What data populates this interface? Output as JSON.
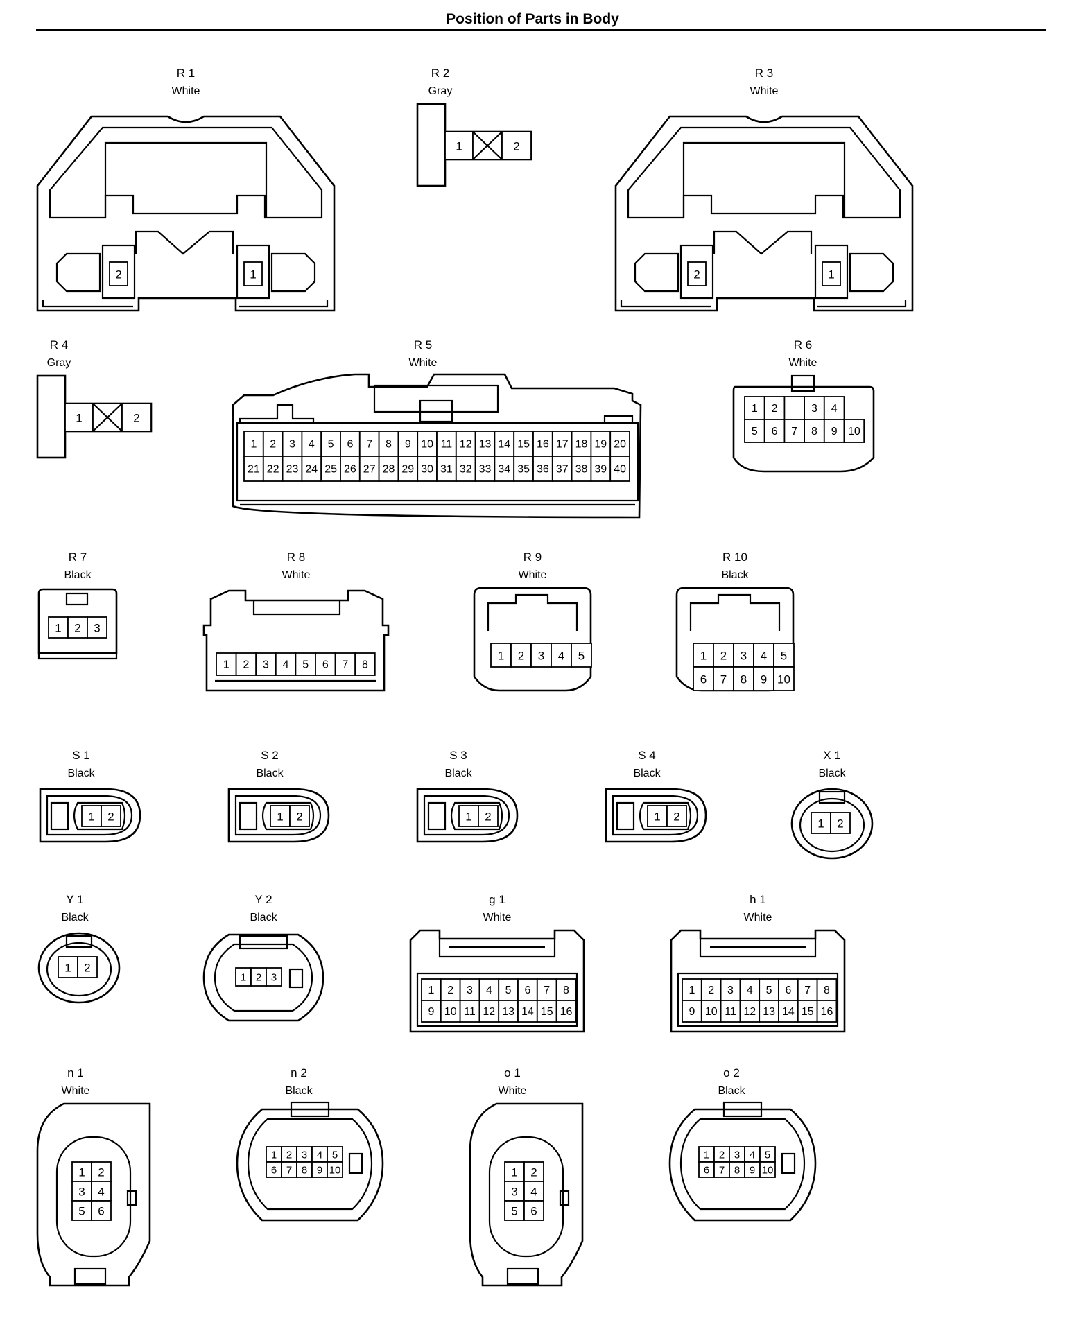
{
  "title": "Position of Parts in Body",
  "connectors": [
    {
      "id": "r1",
      "label": "R 1",
      "color": "White",
      "shape": "clipbig",
      "pins": [
        [
          "2",
          "1"
        ]
      ]
    },
    {
      "id": "r2",
      "label": "R 2",
      "color": "Gray",
      "shape": "tee",
      "pins": [
        [
          "1",
          "2"
        ]
      ]
    },
    {
      "id": "r3",
      "label": "R 3",
      "color": "White",
      "shape": "clipbig",
      "pins": [
        [
          "2",
          "1"
        ]
      ]
    },
    {
      "id": "r4",
      "label": "R 4",
      "color": "Gray",
      "shape": "tee",
      "pins": [
        [
          "1",
          "2"
        ]
      ]
    },
    {
      "id": "r5",
      "label": "R 5",
      "color": "White",
      "shape": "ecu",
      "pins": [
        [
          "1",
          "2",
          "3",
          "4",
          "5",
          "6",
          "7",
          "8",
          "9",
          "10",
          "11",
          "12",
          "13",
          "14",
          "15",
          "16",
          "17",
          "18",
          "19",
          "20"
        ],
        [
          "21",
          "22",
          "23",
          "24",
          "25",
          "26",
          "27",
          "28",
          "29",
          "30",
          "31",
          "32",
          "33",
          "34",
          "35",
          "36",
          "37",
          "38",
          "39",
          "40"
        ]
      ]
    },
    {
      "id": "r6",
      "label": "R 6",
      "color": "White",
      "shape": "split",
      "pins": [
        [
          "1",
          "2",
          "",
          "3",
          "4"
        ],
        [
          "5",
          "6",
          "7",
          "8",
          "9",
          "10"
        ]
      ]
    },
    {
      "id": "r7",
      "label": "R 7",
      "color": "Black",
      "shape": "small",
      "pins": [
        [
          "1",
          "2",
          "3"
        ]
      ]
    },
    {
      "id": "r8",
      "label": "R 8",
      "color": "White",
      "shape": "wide",
      "pins": [
        [
          "1",
          "2",
          "3",
          "4",
          "5",
          "6",
          "7",
          "8"
        ]
      ]
    },
    {
      "id": "r9",
      "label": "R 9",
      "color": "White",
      "shape": "box",
      "pins": [
        [
          "1",
          "2",
          "3",
          "4",
          "5"
        ]
      ]
    },
    {
      "id": "r10",
      "label": "R 10",
      "color": "Black",
      "shape": "box",
      "pins": [
        [
          "1",
          "2",
          "3",
          "4",
          "5"
        ],
        [
          "6",
          "7",
          "8",
          "9",
          "10"
        ]
      ]
    },
    {
      "id": "s1",
      "label": "S 1",
      "color": "Black",
      "shape": "oval2",
      "pins": [
        [
          "1",
          "2"
        ]
      ]
    },
    {
      "id": "s2",
      "label": "S 2",
      "color": "Black",
      "shape": "oval2",
      "pins": [
        [
          "1",
          "2"
        ]
      ]
    },
    {
      "id": "s3",
      "label": "S 3",
      "color": "Black",
      "shape": "oval2",
      "pins": [
        [
          "1",
          "2"
        ]
      ]
    },
    {
      "id": "s4",
      "label": "S 4",
      "color": "Black",
      "shape": "oval2",
      "pins": [
        [
          "1",
          "2"
        ]
      ]
    },
    {
      "id": "x1",
      "label": "X 1",
      "color": "Black",
      "shape": "round",
      "pins": [
        [
          "1",
          "2"
        ]
      ]
    },
    {
      "id": "y1",
      "label": "Y 1",
      "color": "Black",
      "shape": "round",
      "pins": [
        [
          "1",
          "2"
        ]
      ]
    },
    {
      "id": "y2",
      "label": "Y 2",
      "color": "Black",
      "shape": "round3",
      "pins": [
        [
          "1",
          "2",
          "3"
        ]
      ]
    },
    {
      "id": "g1",
      "label": "g 1",
      "color": "White",
      "shape": "wide16",
      "pins": [
        [
          "1",
          "2",
          "3",
          "4",
          "5",
          "6",
          "7",
          "8"
        ],
        [
          "9",
          "10",
          "11",
          "12",
          "13",
          "14",
          "15",
          "16"
        ]
      ]
    },
    {
      "id": "h1",
      "label": "h 1",
      "color": "White",
      "shape": "wide16",
      "pins": [
        [
          "1",
          "2",
          "3",
          "4",
          "5",
          "6",
          "7",
          "8"
        ],
        [
          "9",
          "10",
          "11",
          "12",
          "13",
          "14",
          "15",
          "16"
        ]
      ]
    },
    {
      "id": "n1",
      "label": "n 1",
      "color": "White",
      "shape": "tall",
      "pins": [
        [
          "1",
          "2"
        ],
        [
          "3",
          "4"
        ],
        [
          "5",
          "6"
        ]
      ]
    },
    {
      "id": "n2",
      "label": "n 2",
      "color": "Black",
      "shape": "sealed",
      "pins": [
        [
          "1",
          "2",
          "3",
          "4",
          "5"
        ],
        [
          "6",
          "7",
          "8",
          "9",
          "10"
        ]
      ]
    },
    {
      "id": "o1",
      "label": "o 1",
      "color": "White",
      "shape": "tall",
      "pins": [
        [
          "1",
          "2"
        ],
        [
          "3",
          "4"
        ],
        [
          "5",
          "6"
        ]
      ]
    },
    {
      "id": "o2",
      "label": "o 2",
      "color": "Black",
      "shape": "sealed",
      "pins": [
        [
          "1",
          "2",
          "3",
          "4",
          "5"
        ],
        [
          "6",
          "7",
          "8",
          "9",
          "10"
        ]
      ]
    }
  ]
}
